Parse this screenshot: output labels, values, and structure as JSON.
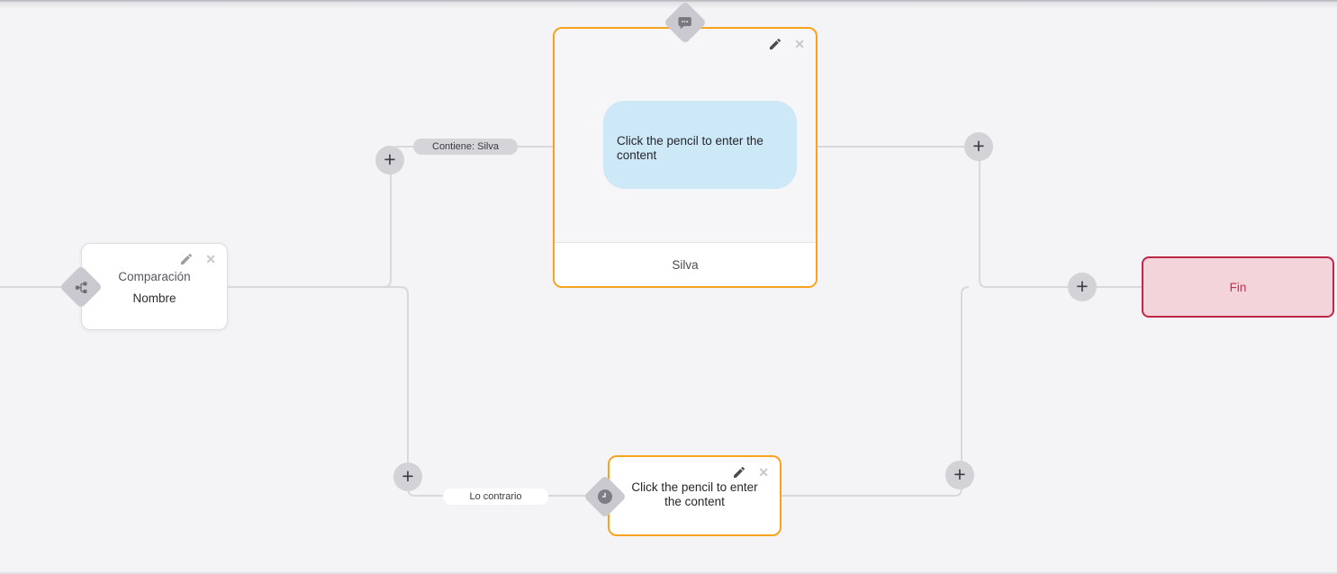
{
  "colors": {
    "canvas_bg": "#f4f4f6",
    "edge_line": "#d9d9dd",
    "node_accent_orange": "#f8a31d",
    "end_node_border": "#bf2746",
    "end_node_bg": "#f3d4da",
    "bubble_blue": "#cde8f6",
    "connector_gray": "#c9c9cf"
  },
  "glyphs": {
    "plus": "+",
    "close": "✕"
  },
  "nodes": {
    "condition": {
      "line1": "Comparación",
      "line2": "Nombre"
    },
    "message": {
      "bubble": "Click the pencil to enter the content",
      "footer": "Silva"
    },
    "delay": {
      "text": "Click the pencil to enter the content"
    },
    "end": {
      "label": "Fin"
    }
  },
  "edge_labels": {
    "contains": "Contiene: Silva",
    "otherwise": "Lo contrario"
  }
}
